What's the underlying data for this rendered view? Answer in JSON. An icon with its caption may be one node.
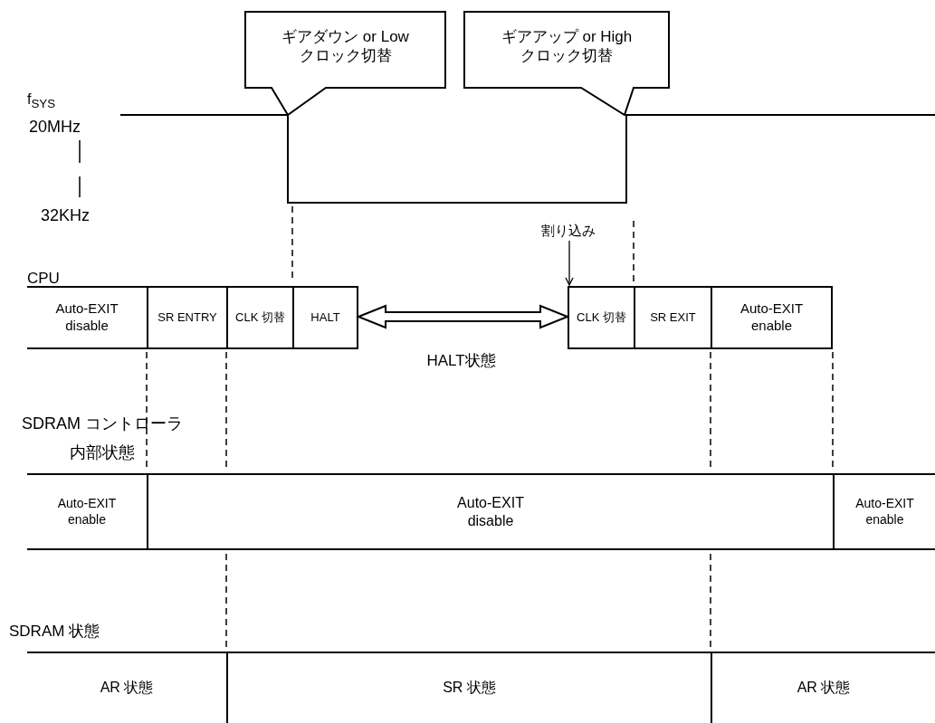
{
  "diagram": {
    "nodes": [
      {
        "text": [
          "ギアダウン or Low クロック切替"
        ]
      },
      {
        "text": [
          "ギアアップ or High クロック切替"
        ]
      },
      {
        "text": [
          "割り込み"
        ]
      },
      {
        "text": [
          "Auto-EXIT disable"
        ]
      },
      {
        "text": [
          "SR ENTRY"
        ]
      },
      {
        "text": [
          "CLK 切替"
        ]
      },
      {
        "text": [
          "HALT"
        ]
      },
      {
        "text": [
          "CLK 切替"
        ]
      },
      {
        "text": [
          "SR EXIT"
        ]
      },
      {
        "text": [
          "Auto-EXIT enable"
        ]
      },
      {
        "text": [
          "Auto-EXIT enable"
        ]
      },
      {
        "text": [
          "Auto-EXIT disable"
        ]
      },
      {
        "text": [
          "Auto-EXIT enable"
        ]
      },
      {
        "text": [
          "AR 状態"
        ]
      },
      {
        "text": [
          "SR 状態"
        ]
      },
      {
        "text": [
          "AR 状態"
        ]
      }
    ],
    "edges": [
      {
        "from": 6,
        "to": 7,
        "arrow": "both",
        "label": "HALT状態"
      },
      {
        "from": 2,
        "to": 7,
        "arrow": "to"
      }
    ],
    "labels": [
      "f$_{SYS}$",
      "20MHz",
      "32KHz",
      "CPU",
      "SDRAM コントローラ内部状態",
      "SDRAM 状態"
    ]
  }
}
